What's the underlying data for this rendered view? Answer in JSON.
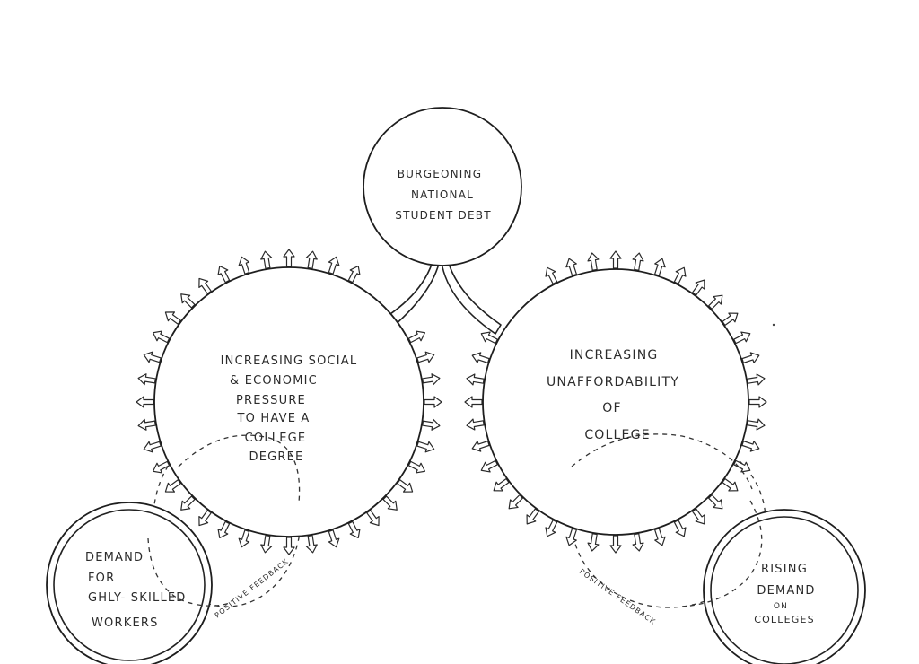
{
  "nodes": {
    "debt": {
      "lines": [
        "BURGEONING",
        "NATIONAL",
        "STUDENT DEBT"
      ]
    },
    "pressure": {
      "lines": [
        "INCREASING SOCIAL",
        "& ECONOMIC",
        "PRESSURE",
        "TO HAVE A",
        "COLLEGE",
        "DEGREE"
      ]
    },
    "unaffordability": {
      "lines": [
        "INCREASING",
        "UNAFFORDABILITY",
        "OF",
        "COLLEGE"
      ]
    },
    "demand_skilled": {
      "lines": [
        "DEMAND",
        "FOR",
        "GHLY- SKILLED",
        "WORKERS"
      ]
    },
    "demand_colleges": {
      "lines": [
        "RISING",
        "DEMAND",
        "ON",
        "COLLEGES"
      ]
    }
  },
  "loops": {
    "left": {
      "label": "POSITIVE FEEDBACK"
    },
    "right": {
      "label": "POSITIVE FEEDBACK"
    }
  }
}
